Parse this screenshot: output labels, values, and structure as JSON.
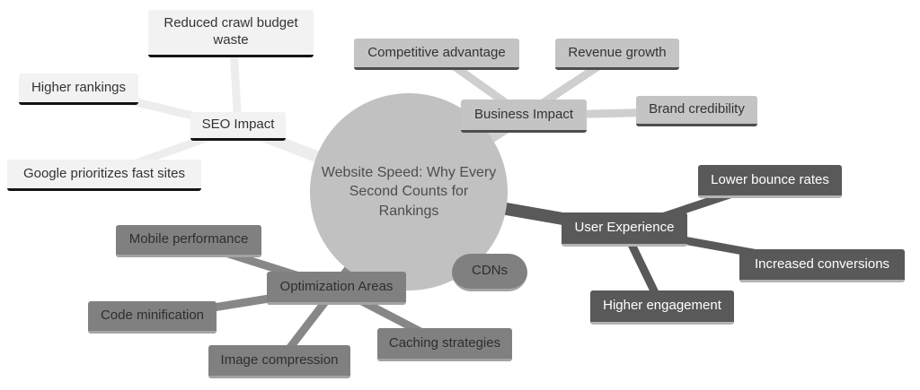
{
  "root": {
    "label": "Website Speed: Why Every Second Counts for Rankings"
  },
  "branches": [
    {
      "label": "SEO Impact",
      "children": [
        {
          "label": "Reduced crawl budget waste"
        },
        {
          "label": "Higher rankings"
        },
        {
          "label": "Google prioritizes fast sites"
        }
      ]
    },
    {
      "label": "Business Impact",
      "children": [
        {
          "label": "Competitive advantage"
        },
        {
          "label": "Revenue growth"
        },
        {
          "label": "Brand credibility"
        }
      ]
    },
    {
      "label": "User Experience",
      "children": [
        {
          "label": "Lower bounce rates"
        },
        {
          "label": "Increased conversions"
        },
        {
          "label": "Higher engagement"
        }
      ]
    },
    {
      "label": "Optimization Areas",
      "children": [
        {
          "label": "Mobile performance"
        },
        {
          "label": "Code minification"
        },
        {
          "label": "Image compression"
        },
        {
          "label": "Caching strategies"
        },
        {
          "label": "CDNs"
        }
      ]
    }
  ],
  "colors": {
    "background": "#ffffff",
    "root": {
      "fill": "#c1c1c1",
      "text": "#4d4d4d"
    },
    "seo": {
      "fill": "#f2f2f2",
      "border": "#141414",
      "text": "#333333",
      "edge": "#ededed"
    },
    "business": {
      "fill": "#c4c4c4",
      "border": "#4d4d4d",
      "text": "#333333",
      "edge": "#cfcfcf"
    },
    "ux": {
      "fill": "#595959",
      "border": "#b3b3b3",
      "text": "#ffffff",
      "edge": "#595959"
    },
    "optimization": {
      "fill": "#808080",
      "border": "#a3a3a3",
      "text": "#2e2e2e",
      "edge": "#878787"
    }
  }
}
